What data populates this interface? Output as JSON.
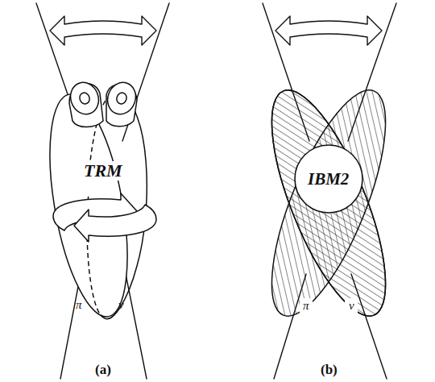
{
  "diagram": {
    "nodes": [
      {
        "text": [
          "IBM2"
        ]
      }
    ],
    "labels": [
      "TRM",
      "π",
      "ν",
      "π",
      "ν",
      "(a)",
      "(b)"
    ]
  }
}
